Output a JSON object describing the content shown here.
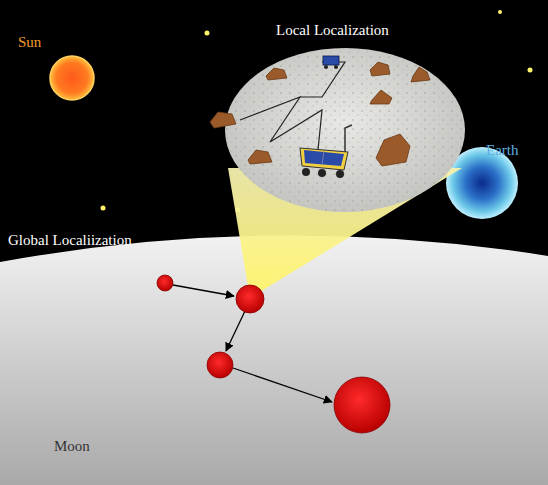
{
  "diagram": {
    "labels": [
      "Sun",
      "Local Localization",
      "Earth",
      "Global Localiization",
      "Moon"
    ]
  }
}
